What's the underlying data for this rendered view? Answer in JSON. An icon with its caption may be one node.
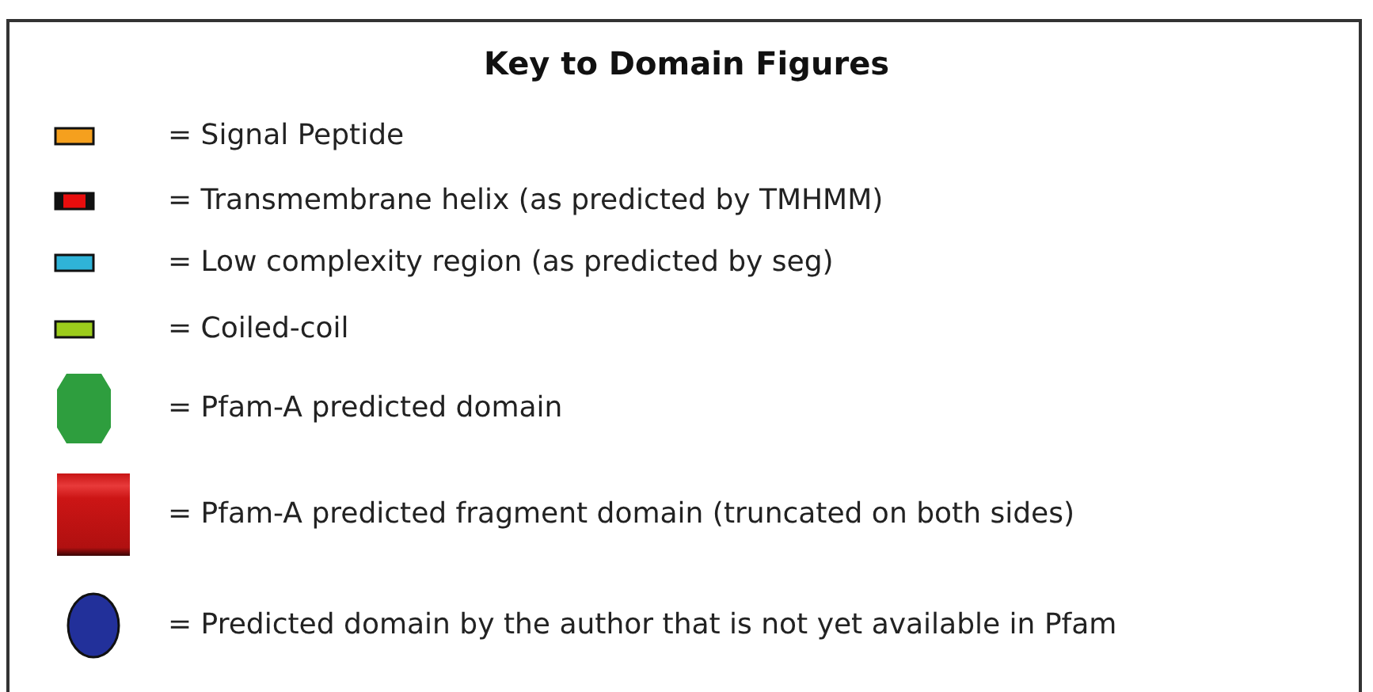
{
  "diagram": {
    "title": "Key to Domain Figures",
    "legend": [
      {
        "text": "= Signal Peptide",
        "color": "#f5a01e"
      },
      {
        "text": "= Transmembrane helix (as predicted by TMHMM)"
      },
      {
        "text": "= Low complexity region (as predicted by seg)",
        "color": "#2fb3d8"
      },
      {
        "text": "= Coiled-coil",
        "color": "#9ccc1c"
      },
      {
        "text": "= Pfam-A predicted domain"
      },
      {
        "text": "= Pfam-A predicted fragment domain (truncated on both sides)"
      },
      {
        "text": "= Predicted domain by the author that is not yet available in Pfam"
      }
    ]
  }
}
